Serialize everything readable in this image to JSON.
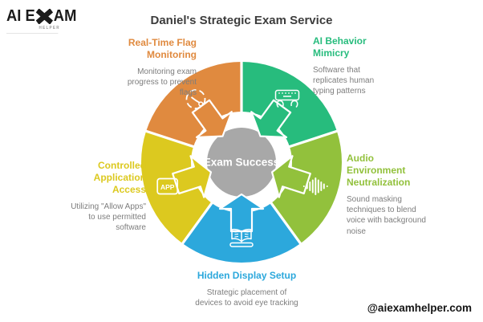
{
  "logo": {
    "text_left": "AI E",
    "text_right": "AM",
    "subtitle": "HELPER"
  },
  "title": "Daniel's Strategic Exam Service",
  "center": {
    "label": "Exam Success",
    "color": "#A8A8A8",
    "text_color": "#FFFFFF"
  },
  "segments": [
    {
      "title": "AI Behavior Mimicry",
      "description": "Software that replicates human typing patterns",
      "color": "#27BC7D",
      "icon": "keyboard-typing-icon"
    },
    {
      "title": "Audio Environment Neutralization",
      "description": "Sound masking techniques to blend voice with background noise",
      "color": "#92C13C",
      "icon": "sound-wave-icon"
    },
    {
      "title": "Hidden Display Setup",
      "description": "Strategic placement of devices to avoid eye tracking",
      "color": "#2CA8DC",
      "icon": "open-book-icon"
    },
    {
      "title": "Controlled Application Access",
      "description": "Utilizing \"Allow Apps\" to use permitted software",
      "color": "#DCC91F",
      "icon": "app-box-icon",
      "icon_text": "APP"
    },
    {
      "title": "Real-Time Flag Monitoring",
      "description": "Monitoring exam progress to prevent flags",
      "color": "#E08A3F",
      "icon": "gauge-icon"
    }
  ],
  "footer": {
    "handle": "@aiexamhelper.com"
  }
}
